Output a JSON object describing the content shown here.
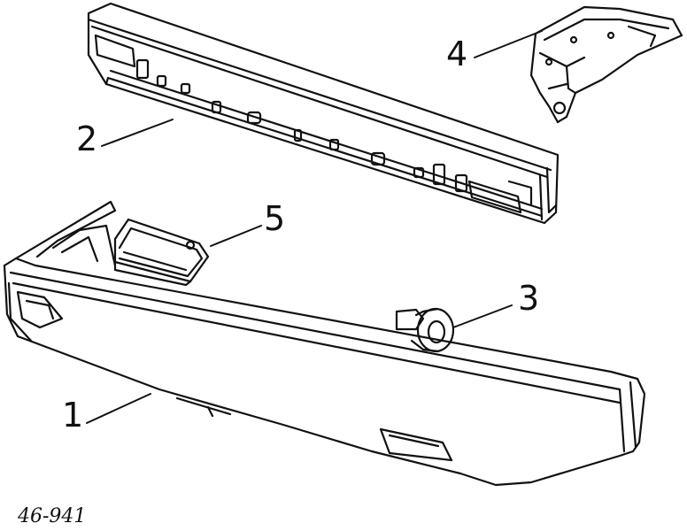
{
  "callouts": {
    "bumper_cover": "1",
    "reinforcement_beam": "2",
    "clip": "3",
    "bracket": "4",
    "mounting_pad": "5"
  },
  "reference_code": "46-941",
  "colors": {
    "ink": "#111111",
    "paper": "#ffffff"
  }
}
